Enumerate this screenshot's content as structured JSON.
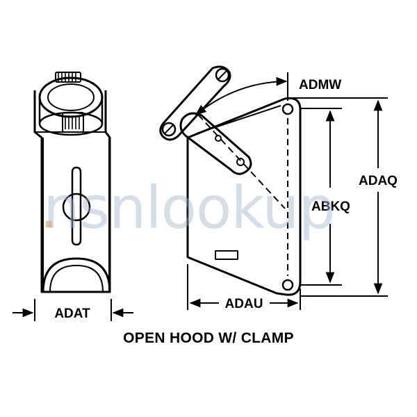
{
  "caption": "OPEN HOOD W/ CLAMP",
  "dimensions": {
    "adat": "ADAT",
    "adau": "ADAU",
    "admw": "ADMW",
    "abkq": "ABKQ",
    "adaq": "ADAQ"
  },
  "watermark": "nsnlookup",
  "colors": {
    "line": "#000000",
    "watermark": "#9fb7d3",
    "watermark_accent": "#f0a35a"
  }
}
